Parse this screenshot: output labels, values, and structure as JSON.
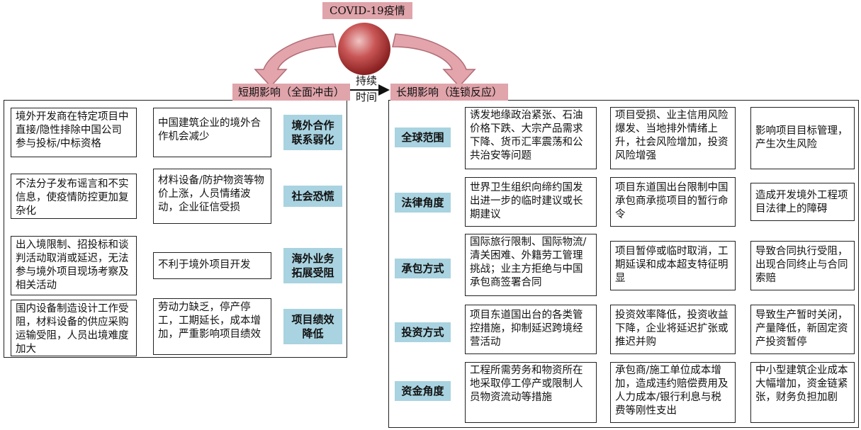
{
  "top_label": "COVID-19疫情",
  "continuation": {
    "line1": "持续",
    "line2": "时间"
  },
  "short_term": {
    "header": "短期影响（全面冲击）",
    "rows": [
      {
        "cause": "境外开发商在特定项目中直接/隐性排除中国公司参与投标/中标资格",
        "effect": "中国建筑企业的境外合作机会减少",
        "result": "境外合作联系弱化"
      },
      {
        "cause": "不法分子发布谣言和不实信息，使疫情防控更加复杂化",
        "effect": "材料设备/防护物资等物价上涨，人员情绪波动，企业征信受损",
        "result": "社会恐慌"
      },
      {
        "cause": "出入境限制、招投标和谈判活动取消或延迟，无法参与境外项目现场考察及相关活动",
        "effect": "不利于境外项目开发",
        "result": "海外业务拓展受阻"
      },
      {
        "cause": "国内设备制造设计工作受阻，材料设备的供应采购运输受阻，人员出境难度加大",
        "effect": "劳动力缺乏，停产停工，工期延长，成本增加，严重影响项目绩效",
        "result": "项目绩效降低"
      }
    ]
  },
  "long_term": {
    "header": "长期影响（连锁反应）",
    "rows": [
      {
        "category": "全球范围",
        "step1": "诱发地缘政治紧张、石油价格下跌、大宗产品需求下降、货币汇率震荡和公共治安等问题",
        "step2": "项目受损、业主信用风险爆发、当地排外情绪上升，社会风险增加，投资风险增强",
        "step3": "影响项目目标管理，产生次生风险"
      },
      {
        "category": "法律角度",
        "step1": "世界卫生组织向缔约国发出进一步的临时建议或长期建议",
        "step2": "项目东道国出台限制中国承包商承揽项目的暂行命令",
        "step3": "造成开发境外工程项目法律上的障碍"
      },
      {
        "category": "承包方式",
        "step1": "国际旅行限制、国际物流/清关困难、外籍劳工管理挑战；业主方拒绝与中国承包商签署合同",
        "step2": "项目暂停或临时取消，工期延误和成本超支特征明显",
        "step3": "导致合同执行受阻，出现合同终止与合同索赔"
      },
      {
        "category": "投资方式",
        "step1": "项目东道国出台的各类管控措施，抑制延迟跨境经营活动",
        "step2": "投资效率降低，投资收益下降，企业将延迟扩张或推迟并购",
        "step3": "导致生产暂时关闭，产量降低，新固定资产投资暂停"
      },
      {
        "category": "资金角度",
        "step1": "工程所需劳务和物资所在地采取停工停产或限制人员物资流动等措施",
        "step2": "承包商/施工单位成本增加，造成违约赔偿费用及人力成本/银行利息与税费等刚性支出",
        "step3": "中小型建筑企业成本大幅增加，资金链紧张，财务负担加剧"
      }
    ]
  },
  "colors": {
    "accent_teal": "#a9d3e0",
    "accent_pink": "#e0a4ab",
    "virus": "#a83232"
  }
}
